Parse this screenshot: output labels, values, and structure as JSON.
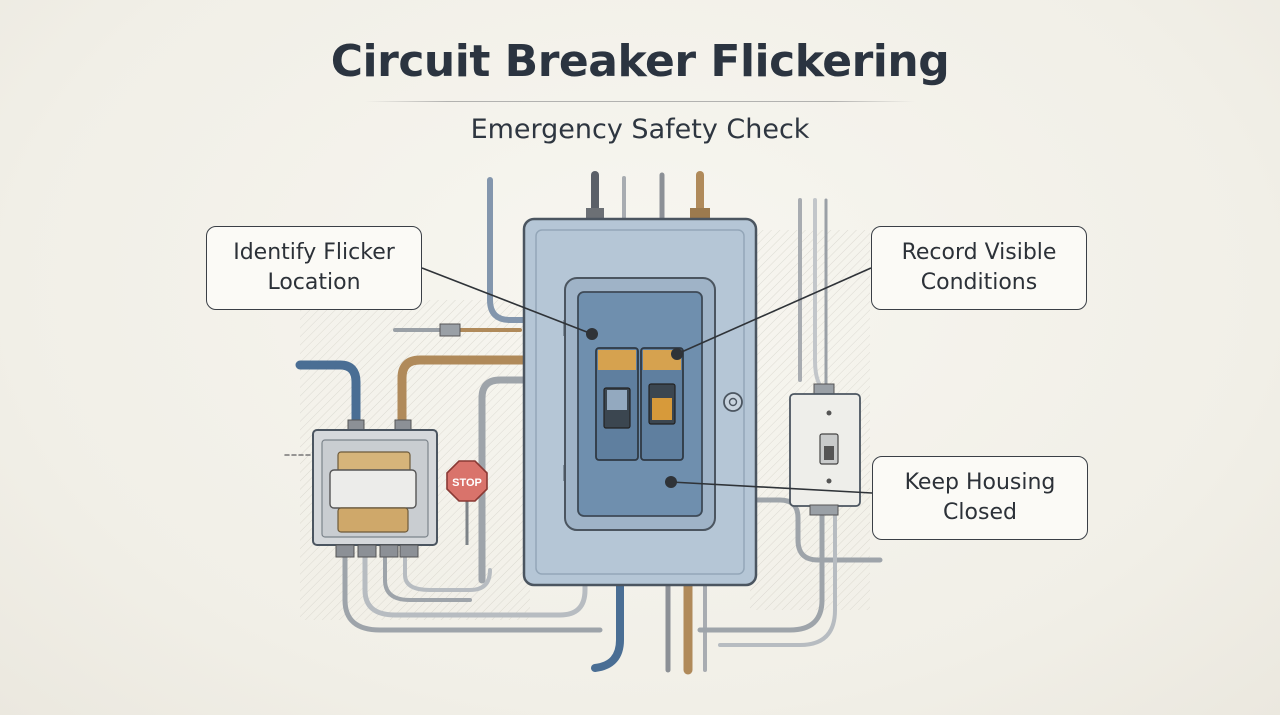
{
  "title": "Circuit Breaker Flickering",
  "subtitle": "Emergency Safety Check",
  "callouts": {
    "identify": "Identify Flicker Location",
    "record": "Record Visible Conditions",
    "keep": "Keep Housing Closed"
  },
  "stop_sign": "STOP",
  "colors": {
    "panel_fill": "#b5c6d6",
    "breaker_window": "#6f8fae",
    "conduit_blue": "#4a6e94",
    "conduit_copper": "#b08a5a",
    "title_text": "#2b3440"
  }
}
